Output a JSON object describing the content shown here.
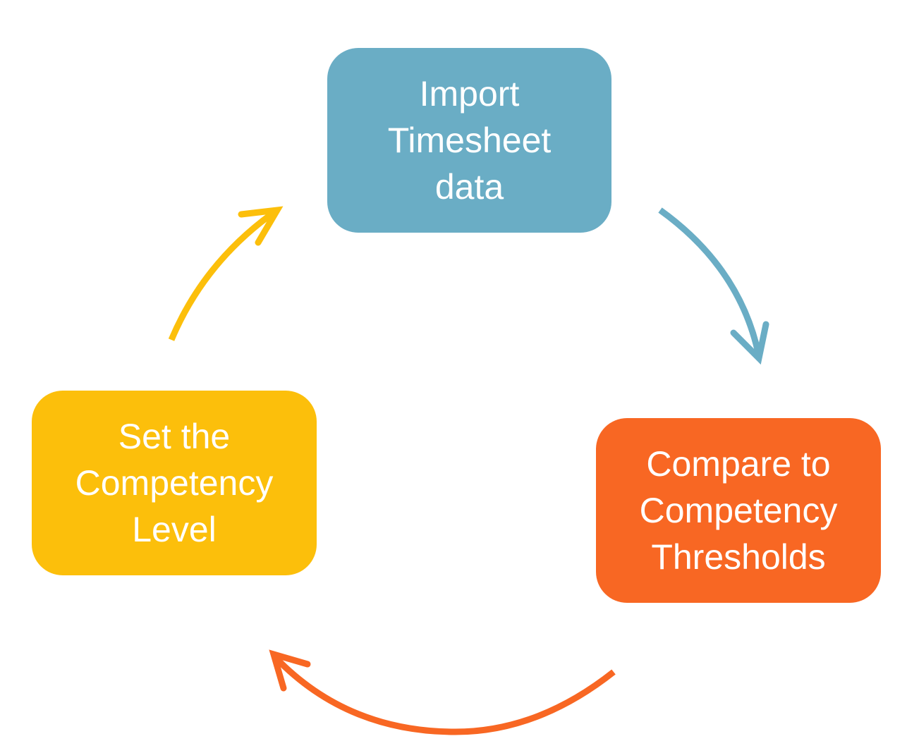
{
  "colors": {
    "import_step": "#6aadc5",
    "compare_step": "#f86723",
    "set_step": "#fcbf0b",
    "text": "#ffffff"
  },
  "steps": [
    {
      "lines": [
        "Import",
        "Timesheet",
        "data"
      ]
    },
    {
      "lines": [
        "Compare to",
        "Competency",
        "Thresholds"
      ]
    },
    {
      "lines": [
        "Set the",
        "Competency",
        "Level"
      ]
    }
  ],
  "arrows": [
    {
      "from": "Import Timesheet data",
      "to": "Compare to Competency Thresholds",
      "icon": "curved-arrow-icon"
    },
    {
      "from": "Compare to Competency Thresholds",
      "to": "Set the Competency Level",
      "icon": "curved-arrow-icon"
    },
    {
      "from": "Set the Competency Level",
      "to": "Import Timesheet data",
      "icon": "curved-arrow-icon"
    }
  ]
}
